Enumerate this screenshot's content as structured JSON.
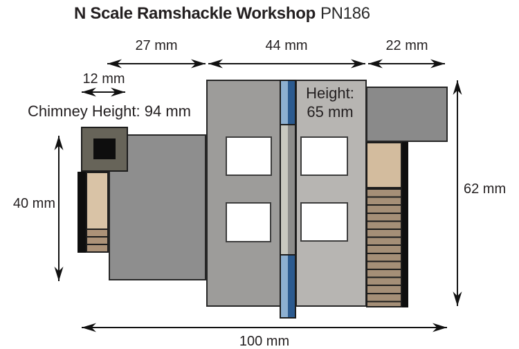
{
  "title": {
    "name": "N Scale Ramshackle Workshop",
    "code": "PN186"
  },
  "dimensions": {
    "top_left_width": "27 mm",
    "top_center_width": "44 mm",
    "top_right_width": "22 mm",
    "chimney_width": "12 mm",
    "chimney_height": "Chimney Height: 94 mm",
    "left_height": "40 mm",
    "right_height": "62 mm",
    "total_width": "100 mm",
    "building_height_line1": "Height:",
    "building_height_line2": "65 mm"
  },
  "colors": {
    "background": "#ffffff",
    "text": "#231f20",
    "outline": "#262626",
    "left_roof_grey": "#8e8e8e",
    "main_left_grey": "#9d9c9a",
    "main_right_grey": "#b7b5b2",
    "overhang_grey": "#8a8a8a",
    "chimney_olive": "#676459",
    "black_end_wall": "#0e0e0e",
    "tan_panel": "#d9c3a6",
    "tan_stripe": "#ac9278",
    "stairs_tan": "#a58f77",
    "pipe_light_blue": "#8db0d1",
    "pipe_dark_blue": "#2b5a8f",
    "pipe_light_grey": "#c8c8bf",
    "pipe_dark_grey": "#8c8c8a",
    "window_fill": "#ffffff"
  }
}
